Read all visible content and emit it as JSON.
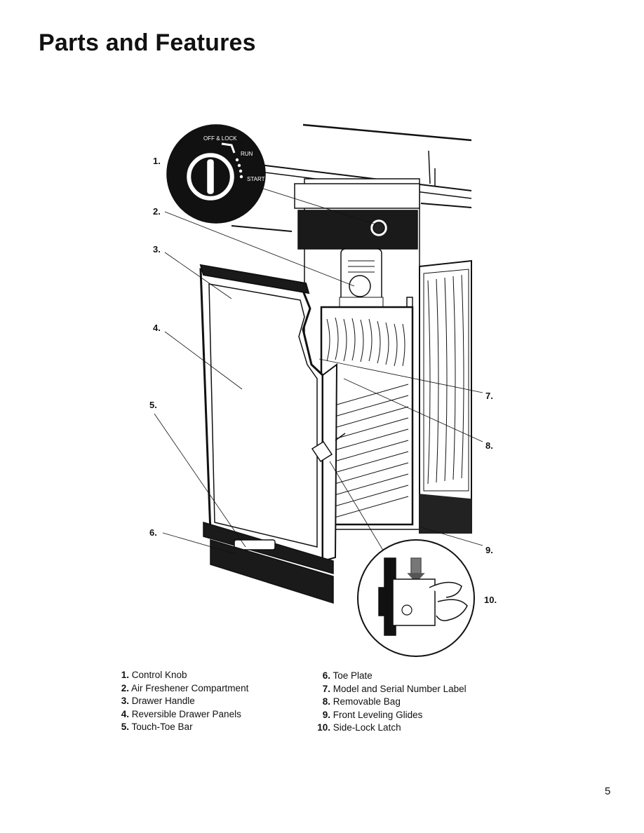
{
  "page": {
    "title": "Parts and Features",
    "page_number": "5"
  },
  "knob_labels": {
    "off_lock": "OFF & LOCK",
    "run": "RUN",
    "start": "START"
  },
  "callouts": [
    "1.",
    "2.",
    "3.",
    "4.",
    "5.",
    "6.",
    "7.",
    "8.",
    "9.",
    "10."
  ],
  "legend": {
    "left": [
      {
        "num": "1.",
        "label": "Control Knob"
      },
      {
        "num": "2.",
        "label": "Air Freshener Compartment"
      },
      {
        "num": "3.",
        "label": "Drawer Handle"
      },
      {
        "num": "4.",
        "label": "Reversible Drawer Panels"
      },
      {
        "num": "5.",
        "label": "Touch-Toe Bar"
      }
    ],
    "right": [
      {
        "num": "6.",
        "label": "Toe Plate"
      },
      {
        "num": "7.",
        "label": "Model and Serial Number Label"
      },
      {
        "num": "8.",
        "label": "Removable Bag"
      },
      {
        "num": "9.",
        "label": "Front Leveling Glides"
      },
      {
        "num": "10.",
        "label": "Side-Lock Latch"
      }
    ]
  }
}
